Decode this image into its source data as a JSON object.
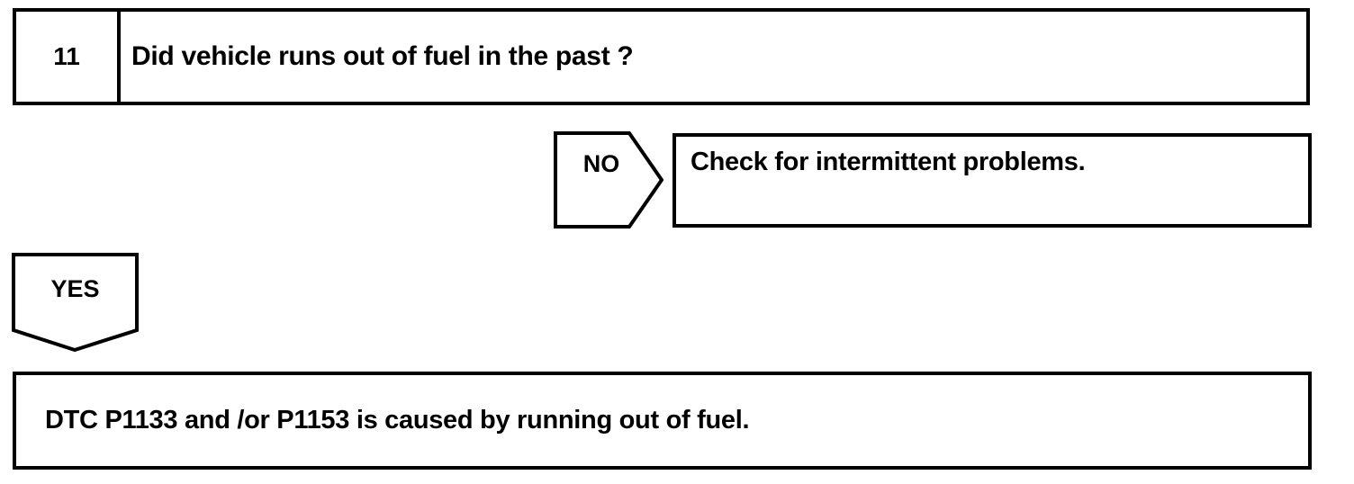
{
  "flowchart": {
    "step": {
      "number": "11",
      "question": "Did vehicle runs out of fuel in the past ?"
    },
    "no_branch": {
      "label": "NO",
      "result": "Check for intermittent problems."
    },
    "yes_branch": {
      "label": "YES",
      "result": "DTC P1133 and /or P1153 is caused by running out of fuel."
    },
    "colors": {
      "line": "#000000",
      "background": "#ffffff"
    }
  }
}
